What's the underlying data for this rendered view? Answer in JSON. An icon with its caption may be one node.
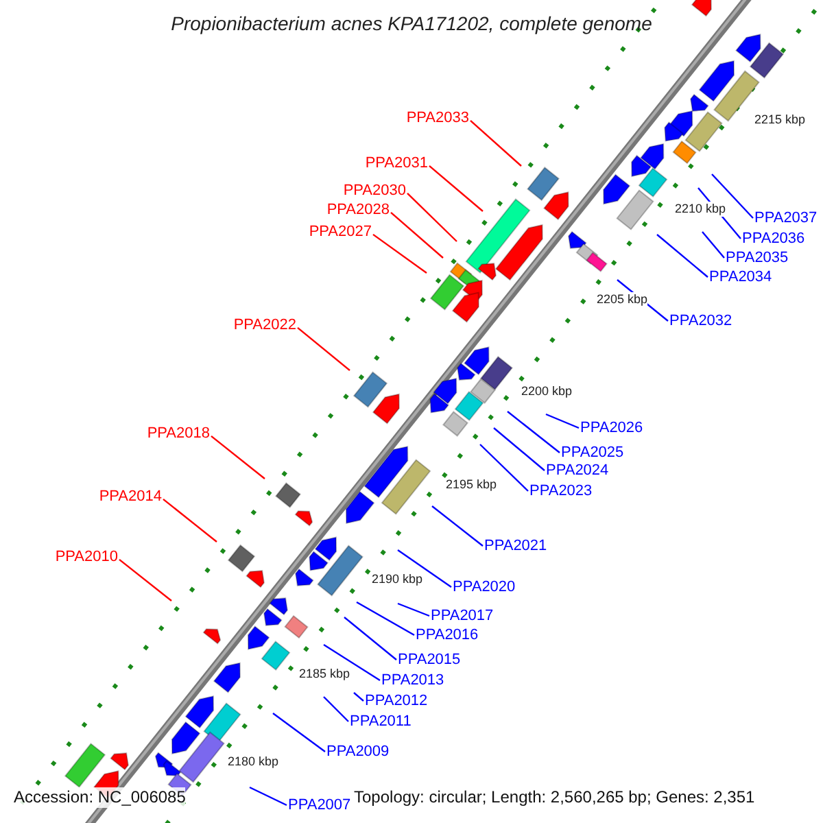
{
  "diagram": {
    "title": "Propionibacterium acnes KPA171202, complete genome",
    "nodes": [
      {
        "text": [
          "PPA2033"
        ]
      },
      {
        "text": [
          "PPA2031"
        ]
      },
      {
        "text": [
          "PPA2030"
        ]
      },
      {
        "text": [
          "PPA2028"
        ]
      },
      {
        "text": [
          "PPA2037"
        ]
      },
      {
        "text": [
          "PPA2027"
        ]
      },
      {
        "text": [
          "PPA2036"
        ]
      },
      {
        "text": [
          "PPA2035"
        ]
      },
      {
        "text": [
          "PPA2034"
        ]
      },
      {
        "text": [
          "PPA2032"
        ]
      },
      {
        "text": [
          "PPA2022"
        ]
      },
      {
        "text": [
          "PPA2026"
        ]
      },
      {
        "text": [
          "PPA2018"
        ]
      },
      {
        "text": [
          "PPA2025"
        ]
      },
      {
        "text": [
          "PPA2024"
        ]
      },
      {
        "text": [
          "PPA2023"
        ]
      },
      {
        "text": [
          "PPA2014"
        ]
      },
      {
        "text": [
          "PPA2021"
        ]
      },
      {
        "text": [
          "PPA2010"
        ]
      },
      {
        "text": [
          "PPA2020"
        ]
      },
      {
        "text": [
          "PPA2017"
        ]
      },
      {
        "text": [
          "PPA2016"
        ]
      },
      {
        "text": [
          "PPA2015"
        ]
      },
      {
        "text": [
          "PPA2013"
        ]
      },
      {
        "text": [
          "PPA2012"
        ]
      },
      {
        "text": [
          "PPA2011"
        ]
      },
      {
        "text": [
          "PPA2009"
        ]
      },
      {
        "text": [
          "PPA2007"
        ]
      }
    ],
    "edges": [
      {
        "from": 0,
        "to": null,
        "arrow": "none",
        "color": "#ff0000"
      },
      {
        "from": 1,
        "to": null,
        "arrow": "none",
        "color": "#ff0000"
      },
      {
        "from": 2,
        "to": null,
        "arrow": "none",
        "color": "#ff0000"
      },
      {
        "from": 3,
        "to": null,
        "arrow": "none",
        "color": "#ff0000"
      },
      {
        "from": 4,
        "to": null,
        "arrow": "none"
      },
      {
        "from": 5,
        "to": null,
        "arrow": "none",
        "color": "#ff0000"
      },
      {
        "from": 6,
        "to": null,
        "arrow": "none"
      },
      {
        "from": 7,
        "to": null,
        "arrow": "none"
      },
      {
        "from": 8,
        "to": null,
        "arrow": "none"
      },
      {
        "from": 9,
        "to": null,
        "arrow": "none"
      },
      {
        "from": 10,
        "to": null,
        "arrow": "none",
        "color": "#ff0000"
      },
      {
        "from": 11,
        "to": null,
        "arrow": "none"
      },
      {
        "from": 12,
        "to": null,
        "arrow": "none",
        "color": "#ff0000"
      },
      {
        "from": 13,
        "to": null,
        "arrow": "none"
      },
      {
        "from": 14,
        "to": null,
        "arrow": "none"
      },
      {
        "from": 15,
        "to": null,
        "arrow": "none"
      },
      {
        "from": 16,
        "to": null,
        "arrow": "none",
        "color": "#ff0000"
      },
      {
        "from": 17,
        "to": null,
        "arrow": "none"
      },
      {
        "from": 18,
        "to": null,
        "arrow": "none",
        "color": "#ff0000"
      },
      {
        "from": 19,
        "to": null,
        "arrow": "none"
      },
      {
        "from": 20,
        "to": null,
        "arrow": "none"
      },
      {
        "from": 21,
        "to": null,
        "arrow": "none"
      },
      {
        "from": 22,
        "to": null,
        "arrow": "none"
      },
      {
        "from": 23,
        "to": null,
        "arrow": "none"
      },
      {
        "from": 24,
        "to": null,
        "arrow": "none"
      },
      {
        "from": 25,
        "to": null,
        "arrow": "none"
      },
      {
        "from": 26,
        "to": null,
        "arrow": "none"
      },
      {
        "from": 27,
        "to": null,
        "arrow": "none"
      }
    ],
    "labels": [
      "2215 kbp",
      "2210 kbp",
      "2205 kbp",
      "2200 kbp",
      "2195 kbp",
      "2190 kbp",
      "2185 kbp",
      "2180 kbp",
      "Accession: NC_006085",
      "Topology: circular; Length: 2,560,265 bp; Genes: 2,351"
    ]
  }
}
